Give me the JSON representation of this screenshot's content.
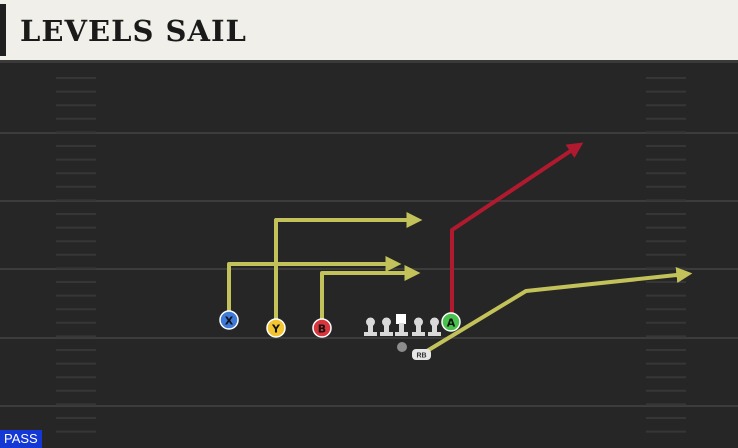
{
  "play": {
    "title": "LEVELS SAIL",
    "type_badge": "PASS"
  },
  "receivers": [
    {
      "id": "x",
      "label": "X",
      "color": "#3f7ad9"
    },
    {
      "id": "y",
      "label": "Y",
      "color": "#f2c531"
    },
    {
      "id": "b",
      "label": "B",
      "color": "#d8343b"
    },
    {
      "id": "a",
      "label": "A",
      "color": "#48c24c"
    }
  ],
  "backfield": {
    "rb_label": "RB"
  },
  "colors": {
    "route_yellow": "#c2c15a",
    "route_red": "#b11a2e",
    "field": "#262626",
    "yard_line": "#3c3c3c",
    "badge": "#1438d6"
  }
}
